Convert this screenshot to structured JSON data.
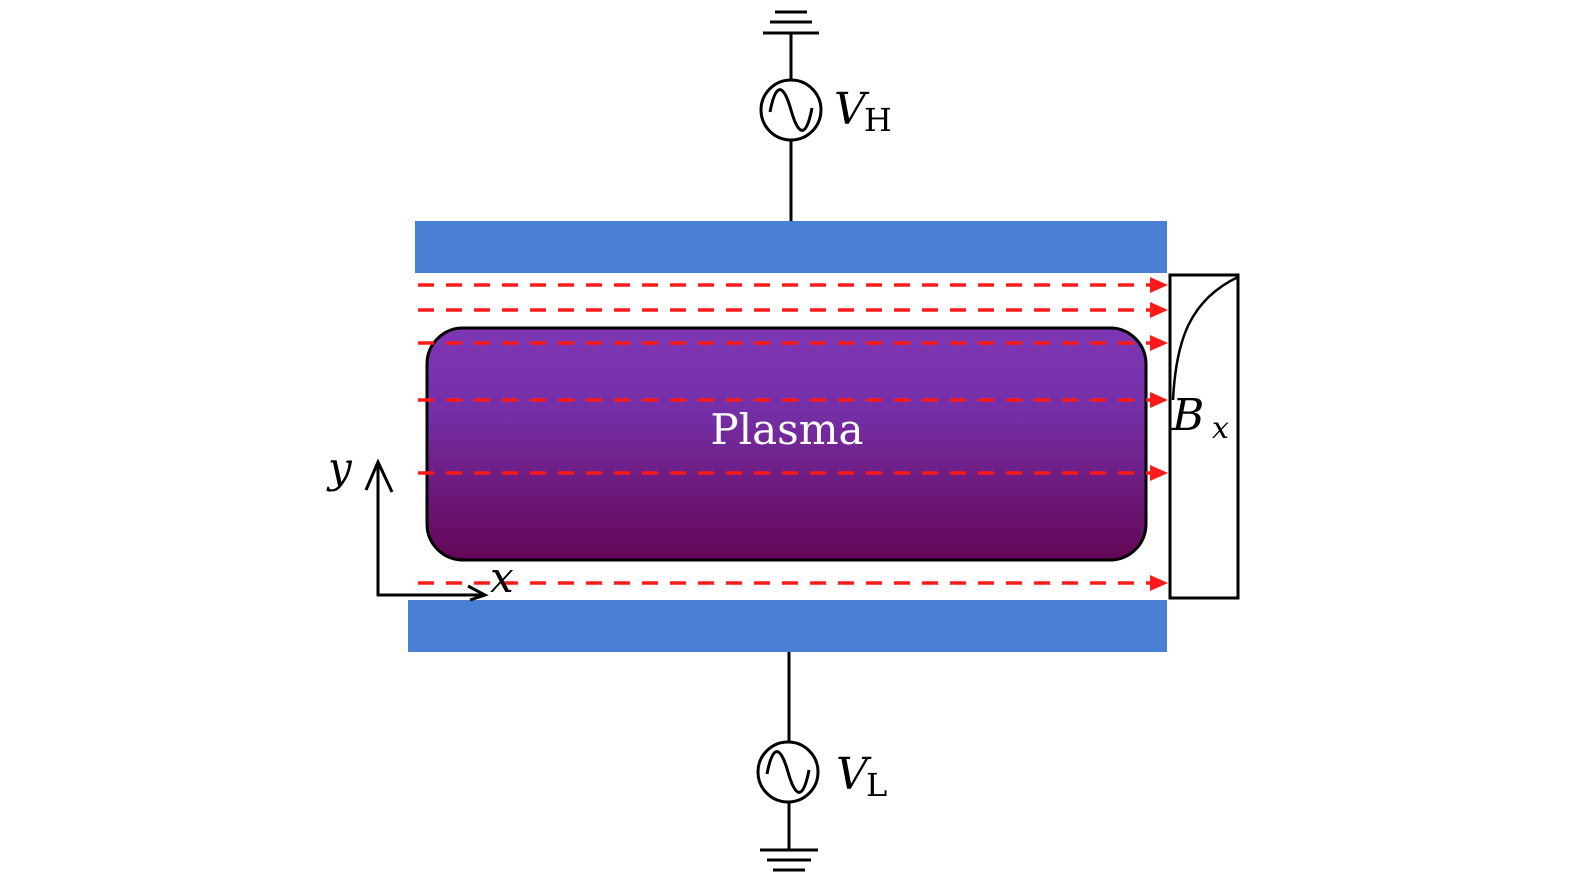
{
  "labels": {
    "vh_main": "V",
    "vh_sub": "H",
    "vl_main": "V",
    "vl_sub": "L",
    "plasma": "Plasma",
    "bx_main": "B",
    "bx_sub": "x",
    "axis_x": "x",
    "axis_y": "y"
  },
  "colors": {
    "electrode": "#4a7fd6",
    "plasma_top": "#7d37b3",
    "plasma_bottom": "#640656",
    "field_line": "#ff1a1a"
  },
  "field_lines_count": 6
}
